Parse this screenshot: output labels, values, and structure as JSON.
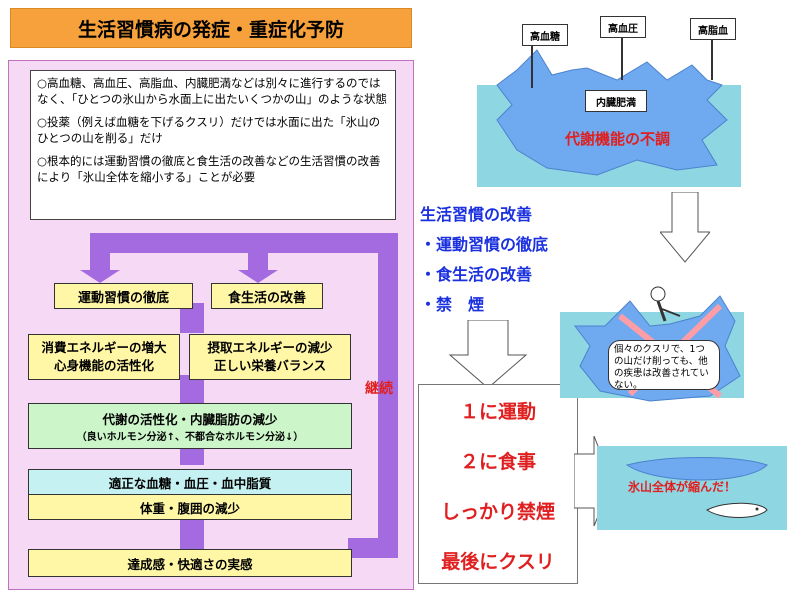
{
  "title": "生活習慣病の発症・重症化予防",
  "notes": [
    "○高血糖、高血圧、高脂血、内臓肥満などは別々に進行するのではなく、「ひとつの氷山から水面上に出たいくつかの山」のような状態",
    "○投薬（例えば血糖を下げるクスリ）だけでは水面に出た「氷山のひとつの山を削る」だけ",
    "○根本的には運動習慣の徹底と食生活の改善などの生活習慣の改善により「氷山全体を縮小する」ことが必要"
  ],
  "flow": {
    "exercise": "運動習慣の徹底",
    "diet": "食生活の改善",
    "energy_out": "消費エネルギーの増大\n心身機能の活性化",
    "energy_in": "摂取エネルギーの減少\n正しい栄養バランス",
    "metabolism": "代謝の活性化・内臓脂肪の減少",
    "metabolism_sub": "（良いホルモン分泌↑、不都合なホルモン分泌↓）",
    "blood": "適正な血糖・血圧・血中脂質",
    "weight": "体重・腹囲の減少",
    "achievement": "達成感・快適さの実感",
    "continue": "継続"
  },
  "iceberg": {
    "flags": [
      "高血糖",
      "高血圧",
      "高脂血"
    ],
    "base_flag": "内臓肥満",
    "label": "代謝機能の不調"
  },
  "lifestyle": {
    "heading": "生活習慣の改善",
    "items": [
      "・運動習慣の徹底",
      "・食生活の改善",
      "・禁　煙"
    ]
  },
  "priorities": [
    "１に運動",
    "２に食事",
    "しっかり禁煙",
    "最後にクスリ"
  ],
  "medicine_note": "個々のクスリで、1つの山だけ削っても、他の疾患は改善されていない。",
  "shrunk_label": "氷山全体が縮んだ！",
  "colors": {
    "accent": "#f7a13c",
    "panel": "#f6d9f4",
    "arrow": "#a46ae0",
    "water": "#8fd6e3",
    "red": "#e02020",
    "blue": "#1b31e0"
  }
}
